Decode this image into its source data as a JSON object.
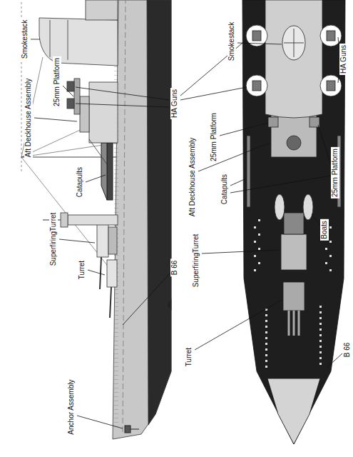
{
  "diagram": {
    "labels": [
      "Anchor Assembly",
      "Turret",
      "SuperfiringTurret",
      "Catapults",
      "Aft Deckhouse Assembly",
      "25mm Platform",
      "Smokestack",
      "HA Guns",
      "B 66",
      "Turret",
      "SuperfiringTurret",
      "Aft Deckhouse Assembly",
      "Catapults",
      "25mm Platform",
      "Smokestack",
      "HA Guns",
      "25mm Platform",
      "Boats",
      "B 66"
    ]
  }
}
